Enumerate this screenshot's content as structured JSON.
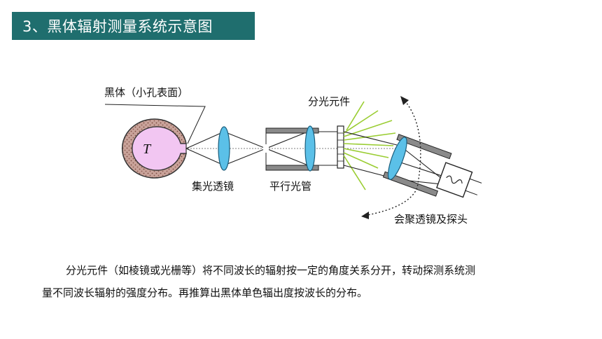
{
  "title": "3、黑体辐射测量系统示意图",
  "diagram": {
    "blackbody_label": "黑体（小孔表面）",
    "temperature_symbol": "T",
    "condenser_label": "集光透镜",
    "collimator_label": "平行光管",
    "dispersive_label": "分光元件",
    "detector_label": "会聚透镜及探头",
    "colors": {
      "blackbody_fill": "#c9a39a",
      "cavity_fill": "#f2c6f2",
      "lens_fill": "#5bc0e8",
      "dispersed_rays": "#9acd32",
      "housing": "#8a8a8a"
    }
  },
  "description": {
    "line1": "分光元件（如棱镜或光栅等）将不同波长的辐射按一定的角度关系分开，转动探测系统测",
    "line2": "量不同波长辐射的强度分布。再推算出黑体单色辐出度按波长的分布。"
  }
}
